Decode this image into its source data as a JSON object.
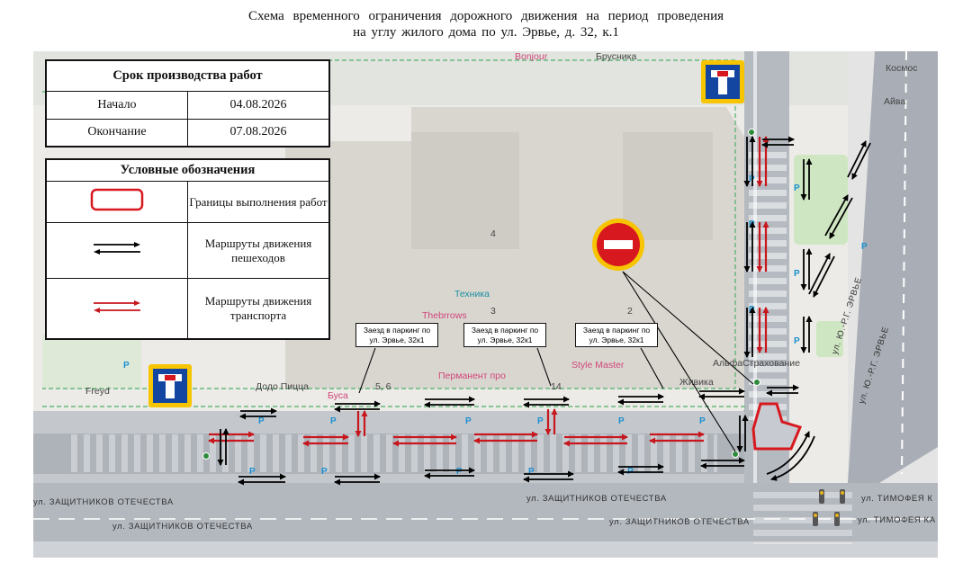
{
  "title": {
    "line1": "Схема временного ограничения дорожного движения на период проведения",
    "line2": "на углу жилого дома по ул. Эрвье, д. 32, к.1"
  },
  "schedule": {
    "header": "Срок производства работ",
    "rows": [
      {
        "label": "Начало",
        "value": "04.08.2026"
      },
      {
        "label": "Окончание",
        "value": "07.08.2026"
      }
    ]
  },
  "legend": {
    "header": "Условные обозначения",
    "items": [
      {
        "icon": "work-zone-border-icon",
        "label": "Границы выполнения работ"
      },
      {
        "icon": "black-double-arrow-icon",
        "label": "Маршруты движения пешеходов"
      },
      {
        "icon": "red-double-arrow-icon",
        "label": "Маршруты движения транспорта"
      }
    ]
  },
  "callouts": [
    "Заезд в паркинг по ул. Эрвье, 32к1",
    "Заезд в паркинг по ул. Эрвье, 32к1",
    "Заезд в паркинг по ул. Эрвье, 32к1"
  ],
  "pois": {
    "bonjour": "Bonjour",
    "brusnika": "Брусника",
    "kosmos": "Космос",
    "aiva": "Айва",
    "tekhnika": "Техника",
    "thebrrows": "Thebrrows",
    "permanent": "Перманент про",
    "stylemaster": "Style Master",
    "alfastrakh": "АльфаСтрахование",
    "zhivika": "Живика",
    "dodo": "Додо Пицца",
    "freyd": "Freyd",
    "busa": "Буса",
    "b4": "4",
    "b3": "3",
    "b2": "2",
    "b56": "5, 6",
    "b14": "14"
  },
  "streets": {
    "zashch1": "ул. ЗАЩИТНИКОВ ОТЕЧЕСТВА",
    "zashch2": "ул. ЗАЩИТНИКОВ ОТЕЧЕСТВА",
    "zashch3": "ул. ЗАЩИТНИКОВ ОТЕЧЕСТВА",
    "zashch4": "ул. ЗАЩИТНИКОВ ОТЕЧЕСТВА",
    "timofeya1": "ул. ТИМОФЕЯ К",
    "timofeya2": "ул. ТИМОФЕЯ КА",
    "ervie1": "ул. Ю.-Р.Г. ЭРВЬЕ",
    "ervie2": "ул. Ю.-Р.Г. ЭРВЬЕ"
  },
  "colors": {
    "transport_route": "#c8161d",
    "pedestrian_route": "#000000",
    "work_zone": "#d7191f",
    "parking": "#1a8fd0"
  }
}
